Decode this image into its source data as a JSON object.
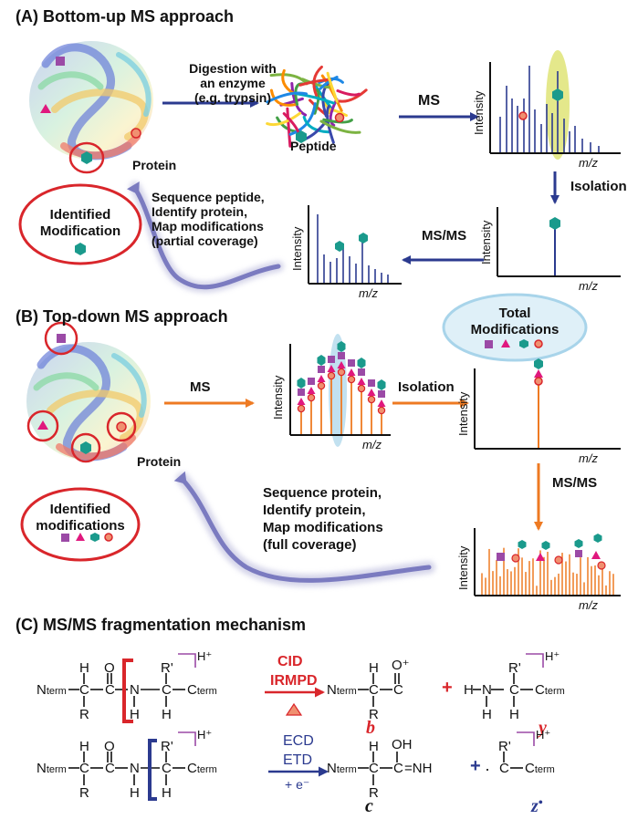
{
  "sections": {
    "a": "(A)  Bottom-up MS approach",
    "b": "(B)  Top-down MS approach",
    "c": "(C)  MS/MS fragmentation mechanism"
  },
  "labels": {
    "digestion": [
      "Digestion with",
      "an enzyme",
      "(e.g. trypsin)"
    ],
    "peptide": "Peptide",
    "protein": "Protein",
    "ms": "MS",
    "msms": "MS/MS",
    "isolation": "Isolation",
    "identified_modification": [
      "Identified",
      "Modification"
    ],
    "identified_modifications": [
      "Identified",
      "modifications"
    ],
    "sequence_peptide": [
      "Sequence peptide,",
      "Identify protein,",
      "Map modifications",
      "(partial coverage)"
    ],
    "sequence_protein": [
      "Sequence protein,",
      "Identify protein,",
      "Map modifications",
      "(full coverage)"
    ],
    "total_modifications": [
      "Total",
      "Modifications"
    ],
    "intensity": "Intensity",
    "mz": "m/z"
  },
  "mechanism": {
    "cid": "CID",
    "irmpd": "IRMPD",
    "ecd": "ECD",
    "etd": "ETD",
    "electron": "+ e⁻",
    "ions": {
      "b": "b",
      "y": "y",
      "c": "c",
      "z": "z"
    },
    "atoms": {
      "n": "N",
      "nterm_sub": "term",
      "c": "C",
      "h": "H",
      "r": "R",
      "rprime": "R'",
      "o": "O",
      "oplus": "O⁺",
      "ctermsub": "term",
      "hplus": "H⁺",
      "oh": "OH",
      "nh": "=NH",
      "plus": "+"
    }
  },
  "colors": {
    "blue_arrow": "#2b3a8f",
    "orange": "#ee7a22",
    "red": "#d9262b",
    "teal": "#1a9a8c",
    "magenta": "#e0187e",
    "purple": "#9b4aa6",
    "salmon": "#f09070",
    "yellow_highlight": "#d8de5a",
    "light_blue": "#a8d4ea"
  }
}
